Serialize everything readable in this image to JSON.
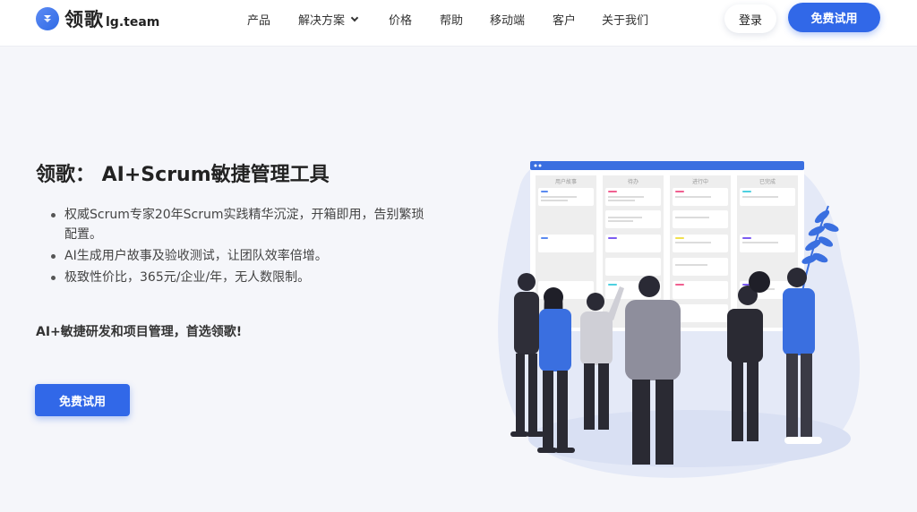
{
  "header": {
    "logo_name": "领歌",
    "logo_domain": "lg.team",
    "nav": [
      {
        "label": "产品"
      },
      {
        "label": "解决方案",
        "has_dropdown": true
      },
      {
        "label": "价格"
      },
      {
        "label": "帮助"
      },
      {
        "label": "移动端"
      },
      {
        "label": "客户"
      },
      {
        "label": "关于我们"
      }
    ],
    "login_label": "登录",
    "trial_label": "免费试用"
  },
  "hero": {
    "title": "领歌：  AI+Scrum敏捷管理工具",
    "bullets": [
      "权威Scrum专家20年Scrum实践精华沉淀，开箱即用，告别繁琐配置。",
      "AI生成用户故事及验收测试，让团队效率倍增。",
      "极致性价比，365元/企业/年，无人数限制。"
    ],
    "tagline": "AI+敏捷研发和项目管理，首选领歌!",
    "cta_label": "免费试用"
  },
  "board": {
    "columns": [
      "用户故事",
      "待办",
      "进行中",
      "已完成"
    ]
  },
  "colors": {
    "primary": "#3168e8",
    "page_background": "#f5f6fa",
    "blob": "#e4e9f7",
    "leaf": "#3a6fe0"
  }
}
